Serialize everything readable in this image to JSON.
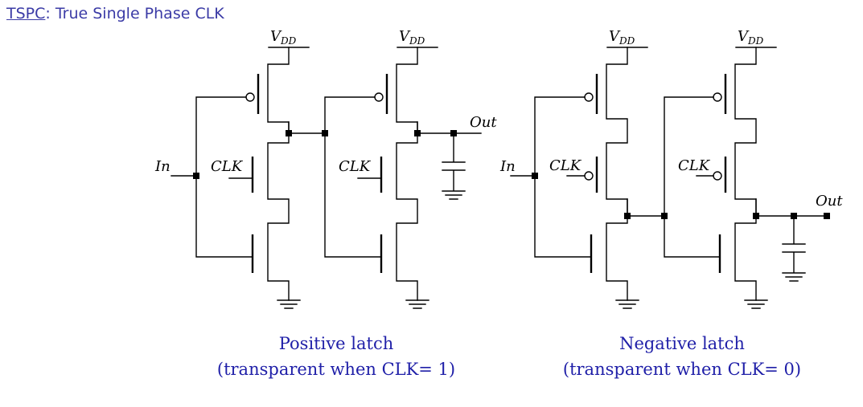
{
  "title": {
    "abbr": "TSPC",
    "rest": ": True Single Phase CLK"
  },
  "labels": {
    "vdd_main": "V",
    "vdd_sub": "DD",
    "clk": "CLK",
    "in": "In",
    "out": "Out"
  },
  "captions": {
    "positive_title": "Positive latch",
    "positive_note": "(transparent when CLK= 1)",
    "negative_title": "Negative latch",
    "negative_note": "(transparent when CLK= 0)"
  }
}
